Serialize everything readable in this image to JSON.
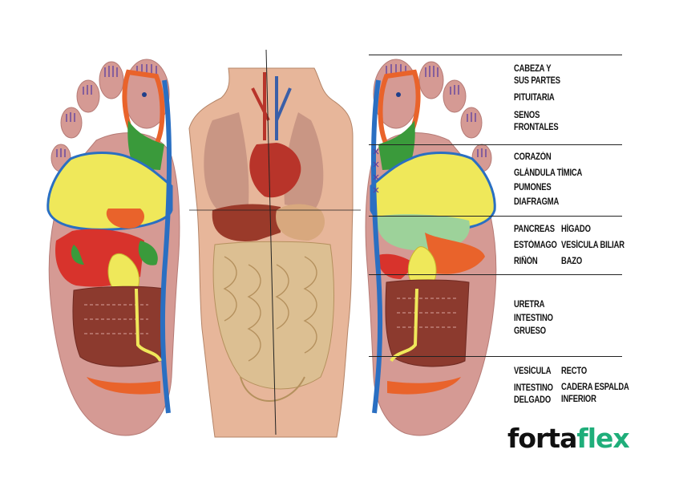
{
  "zones": [
    {
      "id": "head",
      "col1": [
        "CABEZA Y",
        "SUS PARTES",
        "PITUITARIA",
        "SENOS",
        "FRONTALES"
      ],
      "col2": []
    },
    {
      "id": "chest",
      "col1": [
        "CORAZÓN",
        "GLÁNDULA TÍMICA",
        "PUMONES",
        "DIAFRAGMA"
      ],
      "col2": []
    },
    {
      "id": "abdomen",
      "col1": [
        "PANCREAS",
        "ESTÓMAGO",
        "RIÑÓN"
      ],
      "col2": [
        "HÍGADO",
        "VESÍCULA BILIAR",
        "BAZO"
      ]
    },
    {
      "id": "urinary",
      "col1": [
        "URETRA",
        "INTESTINO",
        "GRUESO"
      ],
      "col2": []
    },
    {
      "id": "pelvis",
      "col1": [
        "VESÍCULA",
        "INTESTINO",
        "DELGADO"
      ],
      "col2": [
        "RECTO",
        "CADERA ESPALDA",
        "INFERIOR"
      ]
    }
  ],
  "brand": {
    "part1": "forta",
    "part2": "flex"
  },
  "colors": {
    "skin": "#d79a95",
    "skin_dark": "#c27f7b",
    "yellow": "#efe85a",
    "red": "#d8332c",
    "darkred": "#8c3a2e",
    "orange": "#e9632b",
    "green": "#3a9a3b",
    "lightgreen": "#9dd29a",
    "blue": "#2a6fc2",
    "lilac": "#b9a3d8",
    "accent": "#1fae7a"
  }
}
